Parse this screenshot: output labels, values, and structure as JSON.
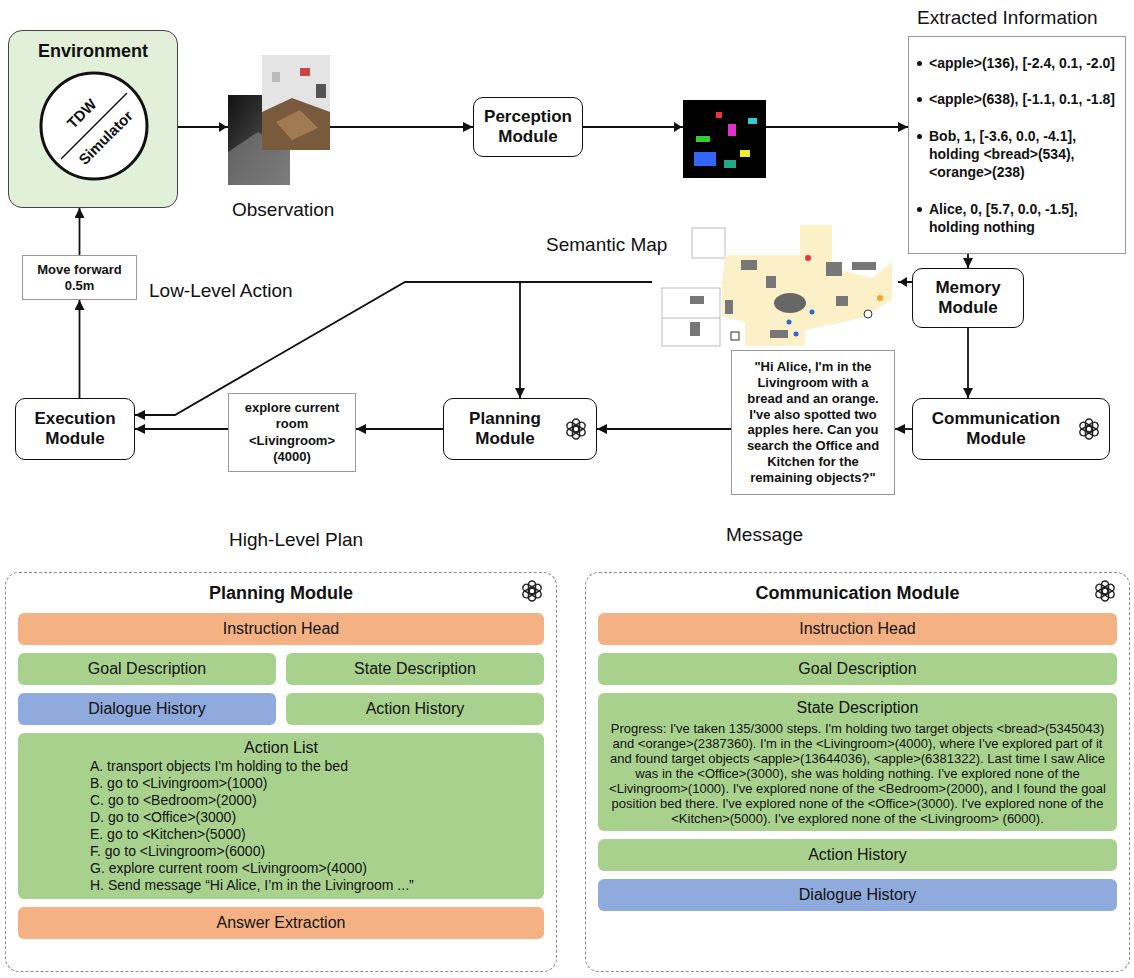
{
  "diagram": {
    "nodes": [
      {
        "text": [
          "Environment"
        ]
      },
      {
        "text": [
          "TDW",
          "Simulator"
        ],
        "in": 0
      },
      {
        "text": [
          "Perception Module"
        ]
      },
      {
        "text": [
          "Extracted Information",
          "<apple>(136), [-2.4, 0.1, -2.0]",
          "<apple>(638), [-1.1, 0.1, -1.8]",
          "Bob, 1, [-3.6, 0.0, -4.1], holding <bread>(534), <orange>(238)",
          "Alice, 0, [5.7, 0.0, -1.5], holding nothing"
        ]
      },
      {
        "text": [
          "Memory Module"
        ]
      },
      {
        "text": [
          "Communication Module"
        ]
      },
      {
        "text": [
          "\"Hi Alice, I'm in the Livingroom with a bread and an orange. I've also spotted two apples here. Can you search the Office and Kitchen for the remaining objects?\"",
          "Message"
        ]
      },
      {
        "text": [
          "Planning Module"
        ]
      },
      {
        "text": [
          "explore current room <Livingroom> (4000)",
          "High-Level Plan"
        ]
      },
      {
        "text": [
          "Execution Module"
        ]
      },
      {
        "text": [
          "Move forward 0.5m",
          "Low-Level Action"
        ]
      },
      {
        "text": [
          "Planning Module"
        ]
      },
      {
        "text": [
          "Instruction Head"
        ],
        "in": 11
      },
      {
        "text": [
          "Goal Description"
        ],
        "in": 11
      },
      {
        "text": [
          "State Description"
        ],
        "in": 11
      },
      {
        "text": [
          "Dialogue History"
        ],
        "in": 11
      },
      {
        "text": [
          "Action History"
        ],
        "in": 11
      },
      {
        "text": [
          "Action List",
          "A. transport objects I'm holding to the bed",
          "B. go to <Livingroom>(1000)",
          "C. go to <Bedroom>(2000)",
          "D. go to <Office>(3000)",
          "E. go to <Kitchen>(5000)",
          "F. go to <Livingroom>(6000)",
          "G. explore current room <Livingroom>(4000)",
          "H. Send message “Hi Alice, I’m in the Livingroom ...”"
        ],
        "in": 11
      },
      {
        "text": [
          "Answer Extraction"
        ],
        "in": 11
      },
      {
        "text": [
          "Communication Module"
        ]
      },
      {
        "text": [
          "Instruction Head"
        ],
        "in": 19
      },
      {
        "text": [
          "Goal Description"
        ],
        "in": 19
      },
      {
        "text": [
          "State Description",
          "Progress: I've taken 135/3000 steps. I'm holding two target objects <bread>(5345043) and <orange>(2387360). I'm in the <Livingroom>(4000), where I've explored part of it and found target objects <apple>(13644036), <apple>(6381322). Last time I saw Alice was in the <Office>(3000), she was holding nothing. I've explored none of the <Livingroom>(1000). I've explored none of the <Bedroom>(2000), and I found the goal position bed there. I've explored none of the <Office>(3000). I've explored none of the <Kitchen>(5000). I've explored none of the <Livingroom> (6000)."
        ],
        "in": 19
      },
      {
        "text": [
          "Action History"
        ],
        "in": 19
      },
      {
        "text": [
          "Dialogue History"
        ],
        "in": 19
      }
    ],
    "edges": [
      {
        "from": 0,
        "to": 2,
        "arrow": "to"
      },
      {
        "from": 2,
        "to": 3,
        "arrow": "to"
      },
      {
        "from": 3,
        "to": 4,
        "arrow": "to"
      },
      {
        "from": 4,
        "to": 5,
        "arrow": "to"
      },
      {
        "from": 5,
        "to": 6,
        "arrow": "to"
      },
      {
        "from": 6,
        "to": 7,
        "arrow": "to"
      },
      {
        "from": 4,
        "to": 7,
        "arrow": "to"
      },
      {
        "from": 4,
        "to": 9,
        "arrow": "to"
      },
      {
        "from": 7,
        "to": 8,
        "arrow": "to"
      },
      {
        "from": 8,
        "to": 9,
        "arrow": "to"
      },
      {
        "from": 9,
        "to": 10,
        "arrow": "to"
      },
      {
        "from": 10,
        "to": 0,
        "arrow": "to"
      }
    ],
    "labels": [
      "Observation",
      "Semantic Map"
    ]
  }
}
